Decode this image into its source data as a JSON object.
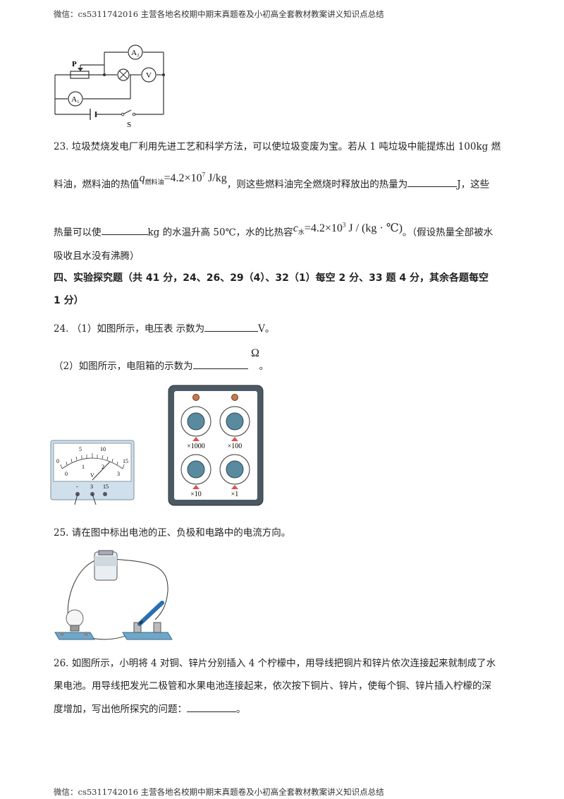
{
  "header": {
    "text": "微信：cs5311742016  主营各地名校期中期末真题卷及小初高全套教材教案讲义知识点总结"
  },
  "footer": {
    "text": "微信：cs5311742016  主营各地名校期中期末真题卷及小初高全套教材教案讲义知识点总结"
  },
  "circuit1": {
    "label_a2": "A₂",
    "label_a1": "A₁",
    "label_v": "V",
    "label_p": "P",
    "label_s": "S"
  },
  "q23": {
    "line1": "23.  垃圾焚烧发电厂利用先进工艺和科学方法，可以使垃圾变废为宝。若从 1 吨垃圾中能提炼出 100kg 燃",
    "line2_a": "料油，燃料油的热值",
    "q_sym": "q",
    "q_sub": "燃料油",
    "q_val": "=4.2×10",
    "q_exp": "7",
    "q_unit": " J/kg",
    "line2_b": "，则这些燃料油完全燃烧时释放出的热量为",
    "line2_c": "J，这些",
    "line3_a": "热量可以使",
    "line3_b": "kg 的水温升高 50℃，水的比热容",
    "c_sym": "c",
    "c_sub": "水",
    "c_val": "=4.2×10",
    "c_exp": "3",
    "c_unit": " J / (kg · ℃)",
    "line3_c": "。（假设热量全部被水",
    "line4": "吸收且水没有沸腾）"
  },
  "section4": {
    "line1": "四、实验探究题（共 41 分，24、26、29（4）、32（1）每空 2 分、33 题 4 分，其余各题每空",
    "line2": "1 分）"
  },
  "q24": {
    "part1_a": "24.  （1）如图所示，电压表   示数为",
    "part1_b": "V。",
    "part2_a": "（2）如图所示，电阻箱的示数为",
    "omega": "Ω",
    "part2_b": "。"
  },
  "voltmeter": {
    "upper_ticks": [
      "0",
      "5",
      "10",
      "15"
    ],
    "lower_ticks": [
      "0",
      "1",
      "2",
      "3"
    ],
    "unit": "V",
    "terminals": [
      "-",
      "3",
      "15"
    ]
  },
  "resistance_box": {
    "multipliers": [
      "×1000",
      "×100",
      "×10",
      "×1"
    ]
  },
  "q25": {
    "text": "25.  请在图中标出电池的正、负极和电路中的电流方向。"
  },
  "q26": {
    "line1": "26.  如图所示，小明将 4 对铜、锌片分别插入 4 个柠檬中，用导线把铜片和锌片依次连接起来就制成了水",
    "line2": "果电池。用导线把发光二极管和水果电池连接起来，依次按下铜片、锌片，使每个铜、锌片插入柠檬的深",
    "line3_a": "度增加，写出他所探究的问题：",
    "line3_b": "。"
  }
}
